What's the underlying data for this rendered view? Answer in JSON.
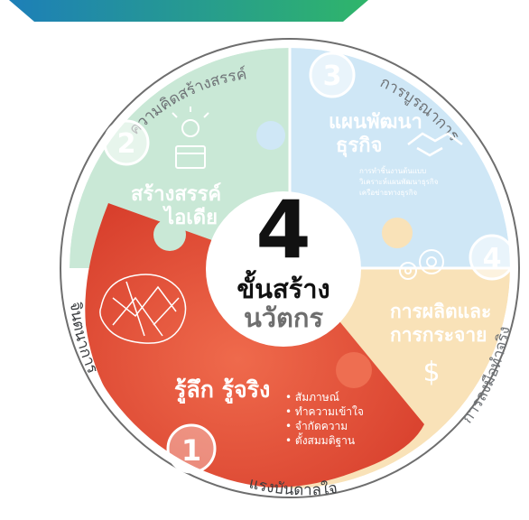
{
  "center": {
    "number": "4",
    "line1": "ขั้นสร้าง",
    "line2": "นวัตกร"
  },
  "ring_labels": {
    "top_left": "ความคิดสร้างสรรค์",
    "top_right": "การบูรณาการ",
    "left": "จินตนาการ",
    "right": "การลงมือทำจริง",
    "bottom": "แรงบันดาลใจ"
  },
  "steps": [
    {
      "number": "1",
      "title": "รู้ลึก รู้จริง",
      "bullets": [
        "สัมภาษณ์",
        "ทำความเข้าใจ",
        "จำกัดความ",
        "ตั้งสมมติฐาน"
      ],
      "color": "#e04a34",
      "icon": "brain-icon"
    },
    {
      "number": "2",
      "title_line1": "สร้างสรรค์",
      "title_line2": "ไอเดีย",
      "color": "#a9d8bf",
      "icon": "idea-box-icon"
    },
    {
      "number": "3",
      "title_line1": "แผนพัฒนา",
      "title_line2": "ธุรกิจ",
      "bullets": [
        "การทำชิ้นงานต้นแบบ",
        "วิเคราะห์แผนพัฒนาธุรกิจ",
        "เครือข่ายทางธุรกิจ"
      ],
      "color": "#b9ddf1",
      "icon": "handshake-icon"
    },
    {
      "number": "4",
      "title_line1": "การผลิตและ",
      "title_line2": "การกระจาย",
      "color": "#f7d9a6",
      "icon": "gears-dollar-icon"
    }
  ],
  "colors": {
    "banner_green": "#2fb56a",
    "banner_blue": "#1d7fb8",
    "ring_border": "#6e6e6e"
  }
}
